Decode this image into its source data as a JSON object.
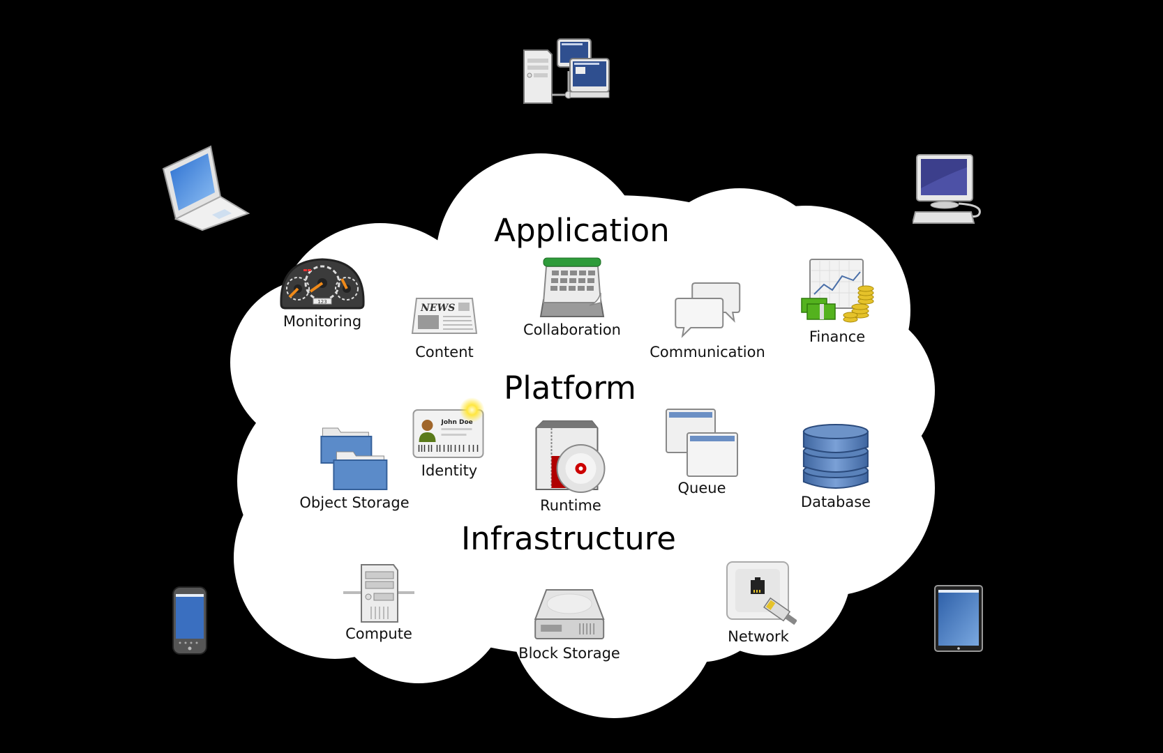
{
  "diagram": {
    "title": "Cloud computing",
    "layers": [
      {
        "id": "application",
        "title": "Application",
        "services": [
          "Monitoring",
          "Content",
          "Collaboration",
          "Communication",
          "Finance"
        ]
      },
      {
        "id": "platform",
        "title": "Platform",
        "services": [
          "Object Storage",
          "Identity",
          "Runtime",
          "Queue",
          "Database"
        ]
      },
      {
        "id": "infrastructure",
        "title": "Infrastructure",
        "services": [
          "Compute",
          "Block Storage",
          "Network"
        ]
      }
    ],
    "icon_text": {
      "news": "NEWS",
      "id_card_name": "John Doe",
      "dashboard_odometer": "123"
    },
    "client_devices": [
      "server-and-workstations",
      "laptop",
      "desktop",
      "smartphone",
      "tablet"
    ]
  },
  "colors": {
    "background": "#000000",
    "cloud": "#ffffff",
    "text": "#111111",
    "folder_blue": "#5b8bc9",
    "db_blue": "#4f79b0",
    "screen_blue": "#3a6fc0",
    "screen_indigo": "#3c3f8c",
    "calendar_green": "#2e9b3a",
    "money_green": "#54b21e",
    "gold": "#e5c22a",
    "runtime_red": "#b00000",
    "gauge_orange": "#f08a1a"
  }
}
